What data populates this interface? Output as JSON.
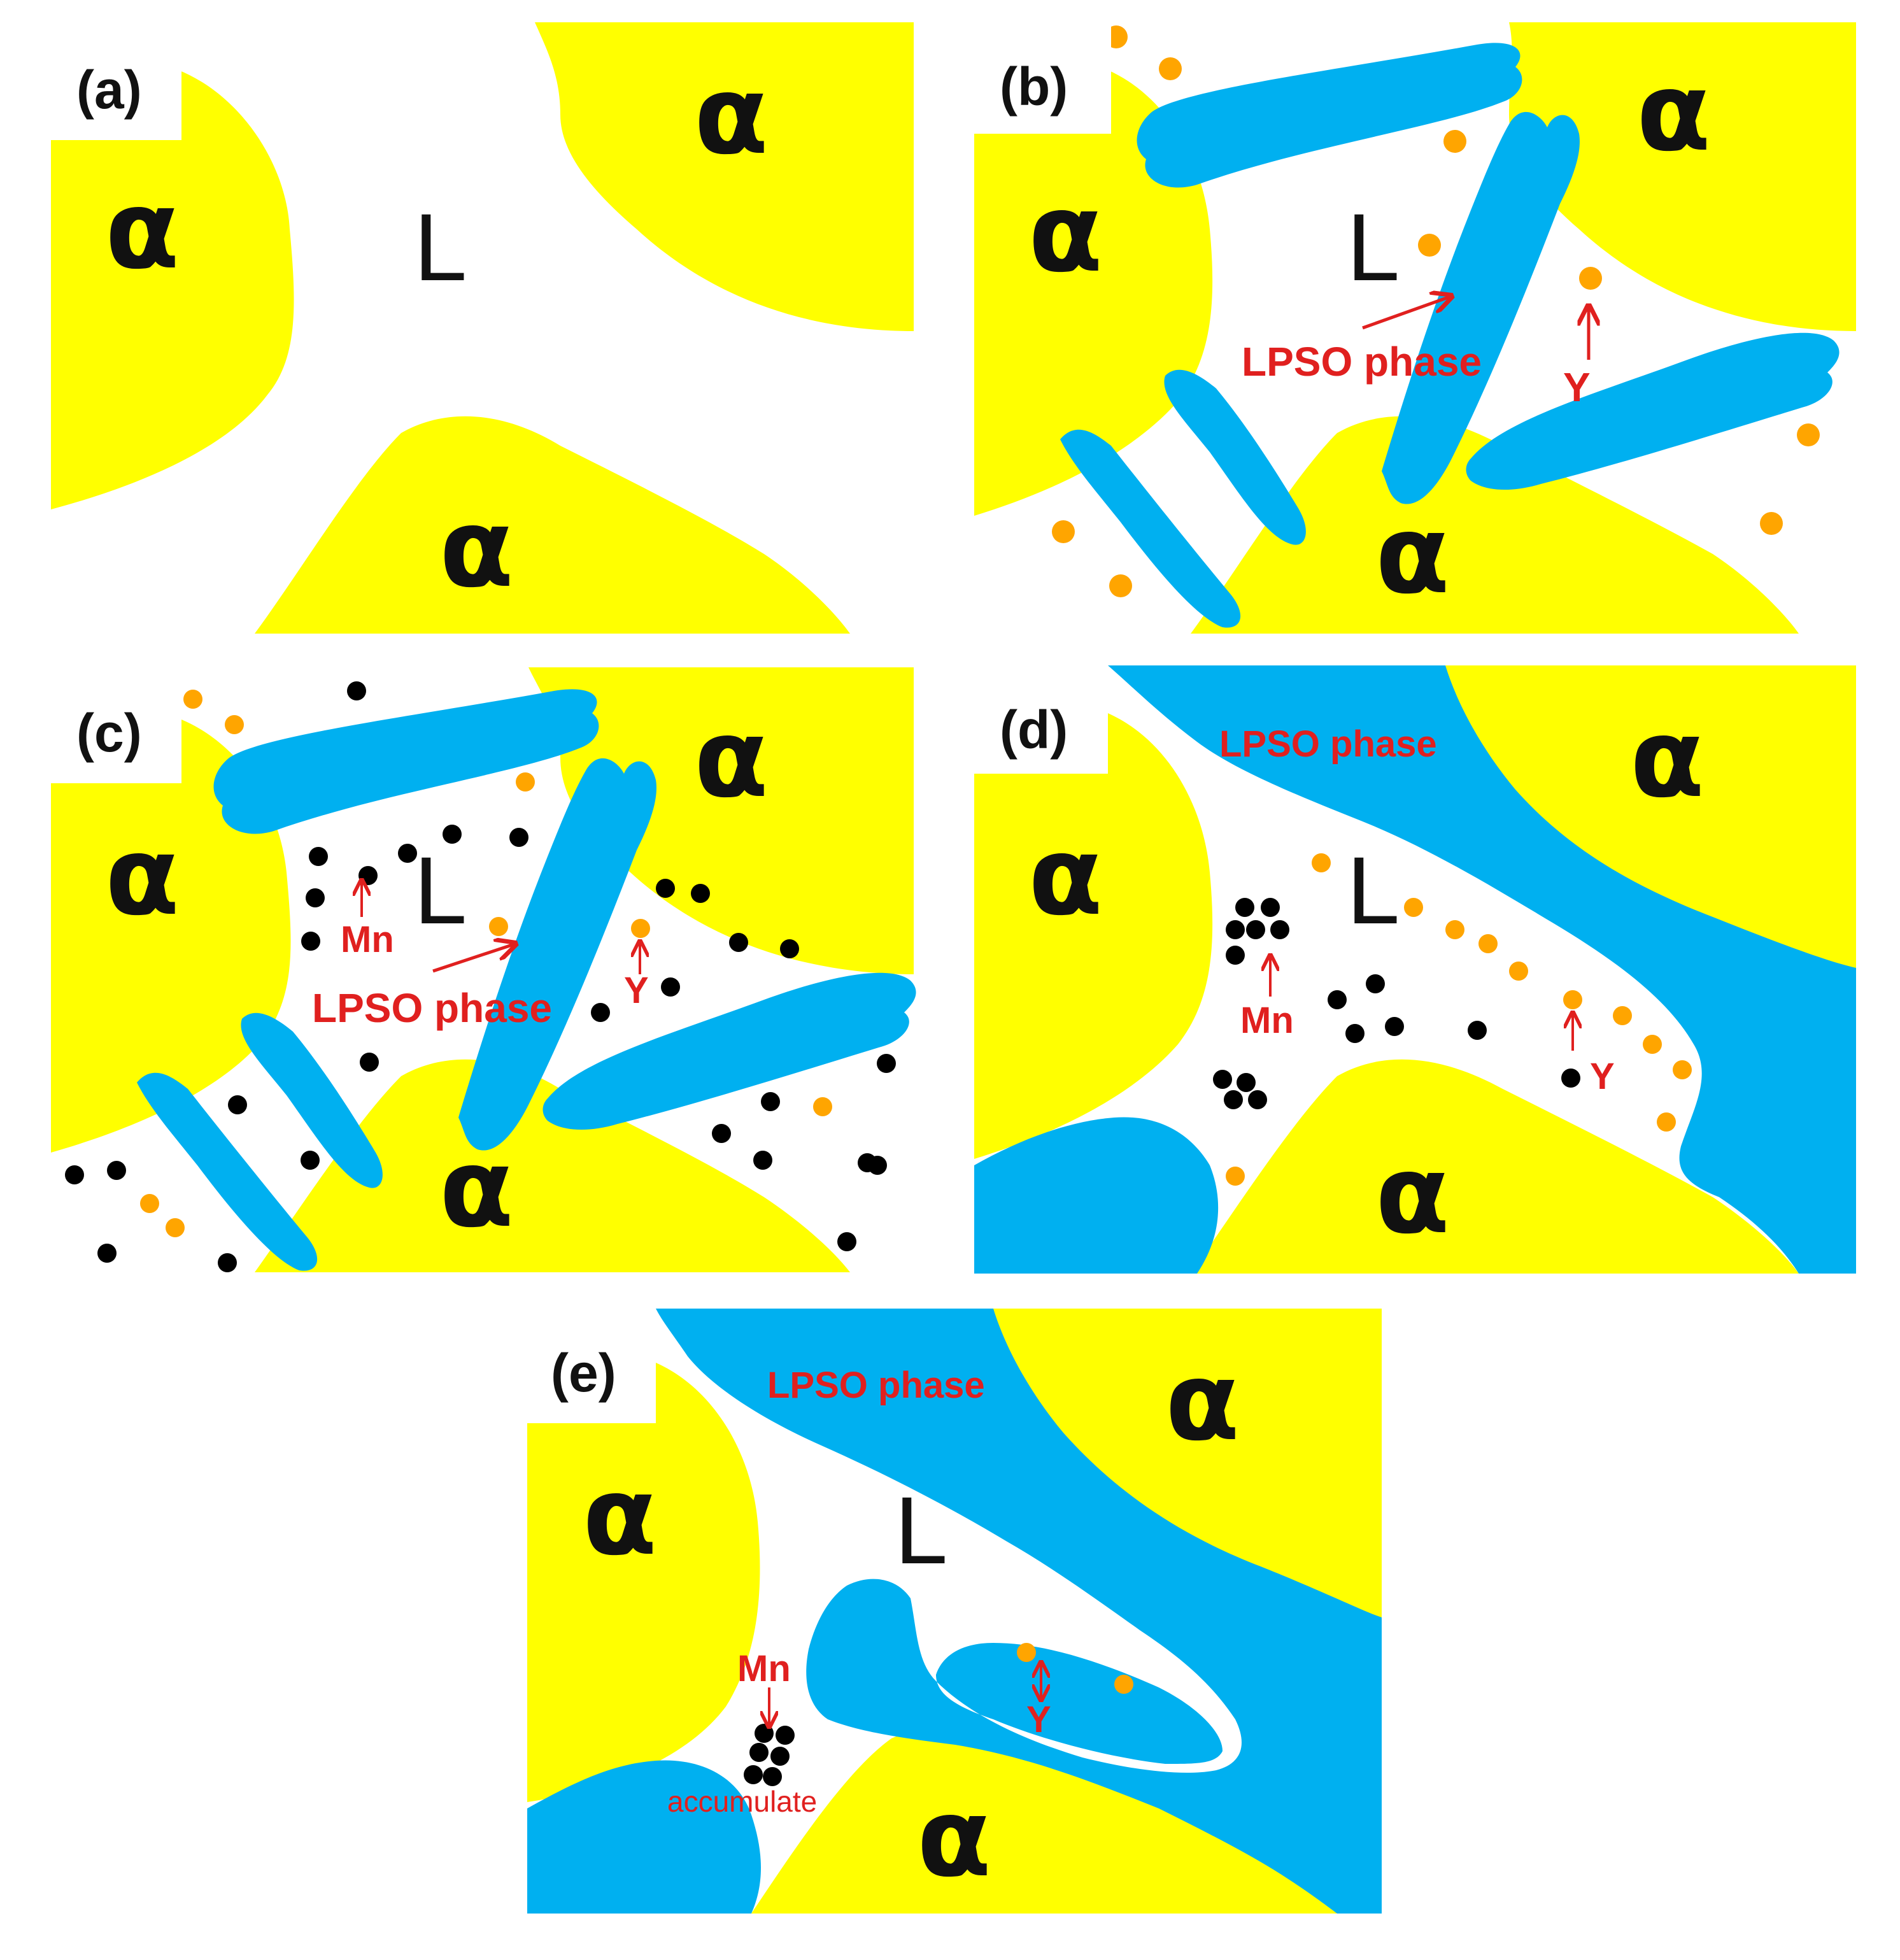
{
  "colors": {
    "alpha_phase": "#ffff00",
    "lpso_phase": "#00b0f0",
    "y_atom": "#ffa500",
    "mn_atom": "#000000",
    "annotation": "#e0201f",
    "liquid": "#ffffff"
  },
  "common": {
    "alpha": "α",
    "liquid": "L",
    "lpso": "LPSO phase",
    "mn": "Mn",
    "y": "Y",
    "accumulate": "accumulate"
  },
  "panels": {
    "a": {
      "label": "(a)"
    },
    "b": {
      "label": "(b)"
    },
    "c": {
      "label": "(c)"
    },
    "d": {
      "label": "(d)"
    },
    "e": {
      "label": "(e)"
    }
  }
}
